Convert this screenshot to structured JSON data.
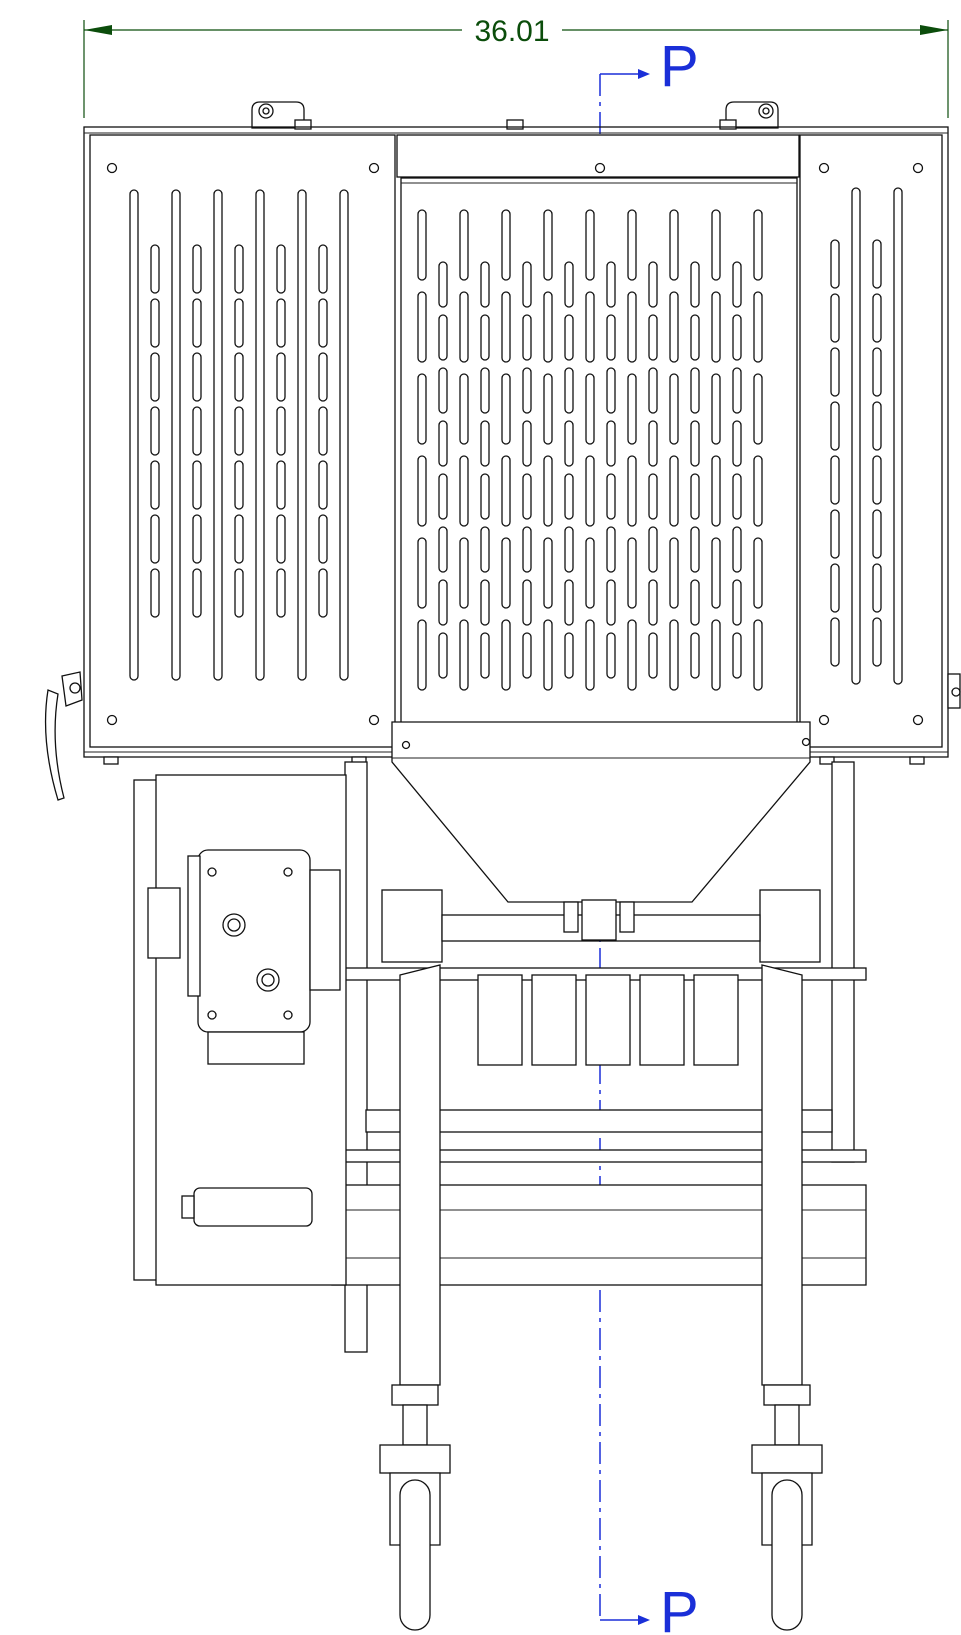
{
  "dimension": {
    "value": "36.01"
  },
  "section": {
    "top_label": "P",
    "bottom_label": "P"
  }
}
